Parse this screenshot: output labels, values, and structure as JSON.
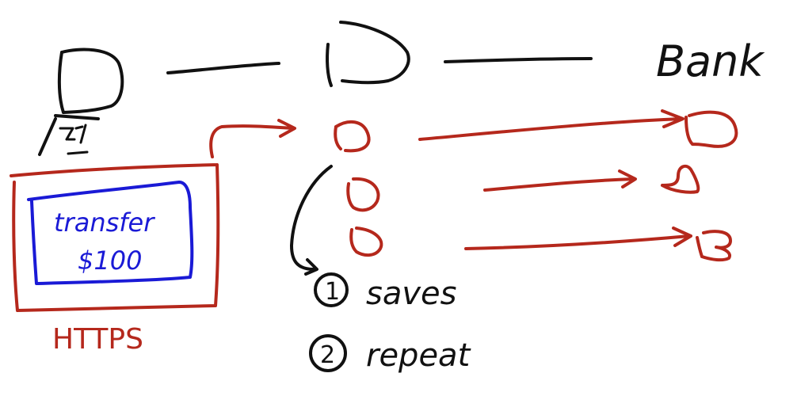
{
  "labels": {
    "bank": "Bank",
    "message": "transfer",
    "amount": "$100",
    "protocol": "HTTPS",
    "step1_number": "1",
    "step1_text": "saves",
    "step2_number": "2",
    "step2_text": "repeat"
  },
  "colors": {
    "ink": "#111111",
    "red": "#b5281c",
    "blue": "#1a1ad6"
  }
}
